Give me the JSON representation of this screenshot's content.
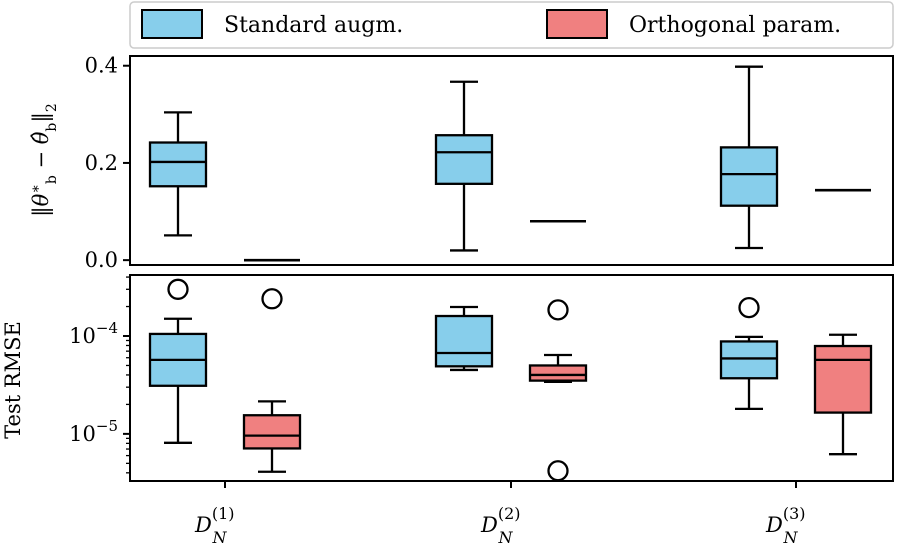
{
  "legend": {
    "items": [
      {
        "label": "Standard augm.",
        "color": "#87CEEB"
      },
      {
        "label": "Orthogonal param.",
        "color": "#F08080"
      }
    ],
    "placement": "top-center"
  },
  "chart_data": [
    {
      "type": "box",
      "panel": "top",
      "ylabel": "‖θ*b − θ̂b‖2",
      "scale": "linear",
      "ylim": [
        -0.01,
        0.42
      ],
      "yticks": [
        0.0,
        0.2,
        0.4
      ],
      "yticklabels": [
        "0.0",
        "0.2",
        "0.4"
      ],
      "categories": [
        "D_N^(1)",
        "D_N^(2)",
        "D_N^(3)"
      ],
      "series": [
        {
          "name": "Standard augm.",
          "color": "#87CEEB",
          "boxes": [
            {
              "whislo": 0.051,
              "q1": 0.152,
              "med": 0.202,
              "q3": 0.242,
              "whishi": 0.304,
              "fliers": []
            },
            {
              "whislo": 0.02,
              "q1": 0.157,
              "med": 0.222,
              "q3": 0.257,
              "whishi": 0.367,
              "fliers": []
            },
            {
              "whislo": 0.025,
              "q1": 0.112,
              "med": 0.177,
              "q3": 0.232,
              "whishi": 0.398,
              "fliers": []
            }
          ]
        },
        {
          "name": "Orthogonal param.",
          "color": "#F08080",
          "boxes": [
            {
              "whislo": 0.0,
              "q1": 0.0,
              "med": 0.0,
              "q3": 0.0,
              "whishi": 0.0,
              "fliers": []
            },
            {
              "whislo": 0.08,
              "q1": 0.08,
              "med": 0.08,
              "q3": 0.08,
              "whishi": 0.08,
              "fliers": []
            },
            {
              "whislo": 0.144,
              "q1": 0.144,
              "med": 0.144,
              "q3": 0.144,
              "whishi": 0.144,
              "fliers": []
            }
          ]
        }
      ]
    },
    {
      "type": "box",
      "panel": "bottom",
      "ylabel": "Test RMSE",
      "scale": "log",
      "ylim": [
        3.3e-06,
        0.00042
      ],
      "yticks": [
        1e-05,
        0.0001
      ],
      "yticklabels": [
        {
          "base": "10",
          "exp": "−5"
        },
        {
          "base": "10",
          "exp": "−4"
        }
      ],
      "categories": [
        "D_N^(1)",
        "D_N^(2)",
        "D_N^(3)"
      ],
      "series": [
        {
          "name": "Standard augm.",
          "color": "#87CEEB",
          "boxes": [
            {
              "whislo": 8.1e-06,
              "q1": 3.1e-05,
              "med": 5.7e-05,
              "q3": 0.000105,
              "whishi": 0.00015,
              "fliers": [
                0.0003
              ]
            },
            {
              "whislo": 4.5e-05,
              "q1": 4.9e-05,
              "med": 6.7e-05,
              "q3": 0.00016,
              "whishi": 0.000198,
              "fliers": []
            },
            {
              "whislo": 1.8e-05,
              "q1": 3.7e-05,
              "med": 5.9e-05,
              "q3": 8.8e-05,
              "whishi": 9.8e-05,
              "fliers": [
                0.000195
              ]
            }
          ]
        },
        {
          "name": "Orthogonal param.",
          "color": "#F08080",
          "boxes": [
            {
              "whislo": 4.1e-06,
              "q1": 7.1e-06,
              "med": 9.6e-06,
              "q3": 1.55e-05,
              "whishi": 2.15e-05,
              "fliers": [
                0.00024
              ]
            },
            {
              "whislo": 3.4e-05,
              "q1": 3.5e-05,
              "med": 4e-05,
              "q3": 5e-05,
              "whishi": 6.4e-05,
              "fliers": [
                0.000185,
                4.2e-06
              ]
            },
            {
              "whislo": 6.2e-06,
              "q1": 1.65e-05,
              "med": 5.7e-05,
              "q3": 7.9e-05,
              "whishi": 0.000103,
              "fliers": []
            }
          ]
        }
      ]
    }
  ]
}
